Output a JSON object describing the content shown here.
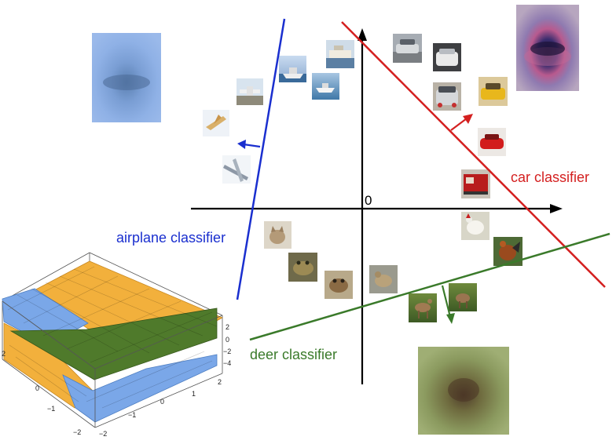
{
  "origin_label": "0",
  "classifiers": {
    "airplane": {
      "label": "airplane classifier",
      "color": "#1a2fcf"
    },
    "car": {
      "label": "car classifier",
      "color": "#d42020"
    },
    "deer": {
      "label": "deer classifier",
      "color": "#3a7a2a"
    }
  },
  "axis_color": "#000000",
  "plot3d": {
    "colors": {
      "blue": "#7aa7e8",
      "orange": "#f2b03c",
      "green": "#4f7a2b"
    },
    "z_ticks": [
      "2",
      "0",
      "−2",
      "−4"
    ],
    "left_ticks": [
      "2",
      "0",
      "−1",
      "−2"
    ],
    "bottom_ticks": [
      "2",
      "1",
      "0",
      "−1",
      "−2"
    ]
  },
  "thumbnails": [
    {
      "name": "thumb-airplane-1",
      "kind": "airplane"
    },
    {
      "name": "thumb-airplane-2",
      "kind": "airplane"
    },
    {
      "name": "thumb-airplane-3",
      "kind": "airplane"
    },
    {
      "name": "thumb-ship-1",
      "kind": "ship"
    },
    {
      "name": "thumb-ship-2",
      "kind": "ship"
    },
    {
      "name": "thumb-ship-3",
      "kind": "ship"
    },
    {
      "name": "thumb-car-1",
      "kind": "car"
    },
    {
      "name": "thumb-car-2",
      "kind": "car"
    },
    {
      "name": "thumb-car-3",
      "kind": "car"
    },
    {
      "name": "thumb-car-4",
      "kind": "car"
    },
    {
      "name": "thumb-car-5",
      "kind": "car"
    },
    {
      "name": "thumb-truck-1",
      "kind": "truck"
    },
    {
      "name": "thumb-bird-1",
      "kind": "bird"
    },
    {
      "name": "thumb-bird-2",
      "kind": "bird"
    },
    {
      "name": "thumb-cat-1",
      "kind": "cat"
    },
    {
      "name": "thumb-frog-1",
      "kind": "frog"
    },
    {
      "name": "thumb-frog-2",
      "kind": "frog"
    },
    {
      "name": "thumb-bird-3",
      "kind": "bird"
    },
    {
      "name": "thumb-deer-1",
      "kind": "deer"
    },
    {
      "name": "thumb-deer-2",
      "kind": "deer"
    }
  ],
  "templates": [
    {
      "name": "airplane-template-image",
      "kind": "airplane-template"
    },
    {
      "name": "car-template-image",
      "kind": "car-template"
    },
    {
      "name": "deer-template-image",
      "kind": "deer-template"
    }
  ]
}
